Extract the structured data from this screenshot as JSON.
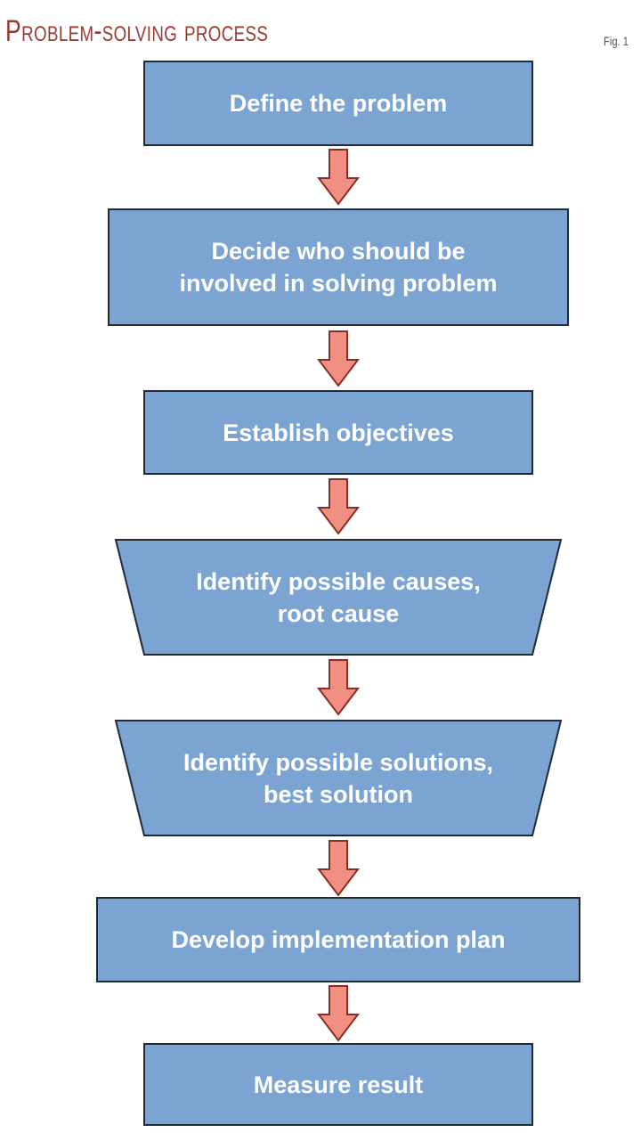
{
  "title": "Problem-solving process",
  "fig_label": "Fig. 1",
  "colors": {
    "box_fill": "#7ba4d3",
    "box_border": "#1f2a36",
    "arrow_fill": "#f08f82",
    "title": "#9a3b32"
  },
  "steps": [
    {
      "shape": "rectangle",
      "lines": [
        "Define the problem"
      ]
    },
    {
      "shape": "rectangle",
      "lines": [
        "Decide who should be",
        "involved in solving problem"
      ]
    },
    {
      "shape": "rectangle",
      "lines": [
        "Establish objectives"
      ]
    },
    {
      "shape": "trapezoid",
      "lines": [
        "Identify possible causes,",
        "root cause"
      ]
    },
    {
      "shape": "trapezoid",
      "lines": [
        "Identify possible solutions,",
        "best solution"
      ]
    },
    {
      "shape": "rectangle",
      "lines": [
        "Develop implementation plan"
      ]
    },
    {
      "shape": "rectangle",
      "lines": [
        "Measure result"
      ]
    }
  ]
}
